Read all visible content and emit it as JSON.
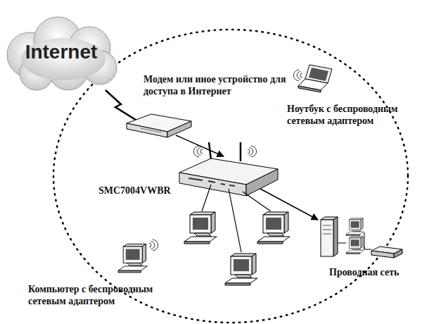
{
  "diagram": {
    "nodes": [
      {
        "text": [
          "Internet"
        ]
      }
    ],
    "labels": [
      "Модем или иное устройство для доступа в Интернет",
      "Ноутбук с беспроводным сетевым адаптером",
      "SMC7004VWBR",
      "Компьютер с беспроводным сетевым адаптером",
      "Проводная сеть"
    ]
  }
}
